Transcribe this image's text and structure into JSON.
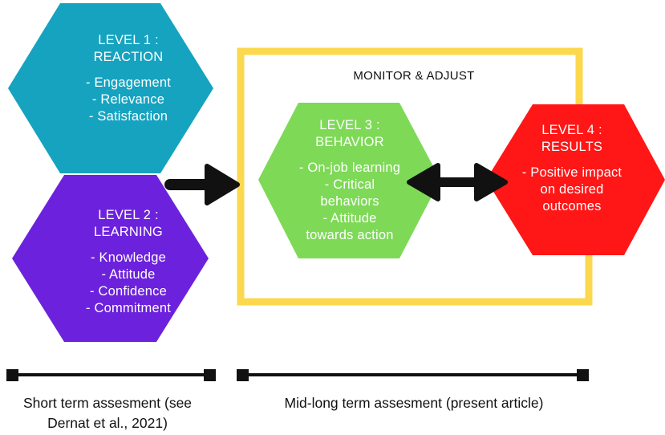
{
  "monitor_label": "MONITOR & ADJUST",
  "levels": [
    {
      "title_line1": "LEVEL 1 :",
      "title_line2": "REACTION",
      "items": [
        "- Engagement",
        "- Relevance",
        "- Satisfaction"
      ],
      "color": "#15a3c0"
    },
    {
      "title_line1": "LEVEL 2 :",
      "title_line2": "LEARNING",
      "items": [
        "- Knowledge",
        "- Attitude",
        "- Confidence",
        "- Commitment"
      ],
      "color": "#6c22dc"
    },
    {
      "title_line1": "LEVEL 3 :",
      "title_line2": "BEHAVIOR",
      "items": [
        "- On-job learning",
        "- Critical",
        "behaviors",
        "- Attitude",
        "towards action"
      ],
      "color": "#7ed957"
    },
    {
      "title_line1": "LEVEL 4 :",
      "title_line2": "RESULTS",
      "items": [
        "- Positive impact",
        "on desired",
        "outcomes"
      ],
      "color": "#ff1616"
    }
  ],
  "timelines": {
    "short_line1": "Short term assesment (see",
    "short_line2": "Dernat et al., 2021)",
    "mid": "Mid-long term assesment (present article)"
  },
  "colors": {
    "frame": "#fbd84e",
    "arrow": "#111111"
  }
}
